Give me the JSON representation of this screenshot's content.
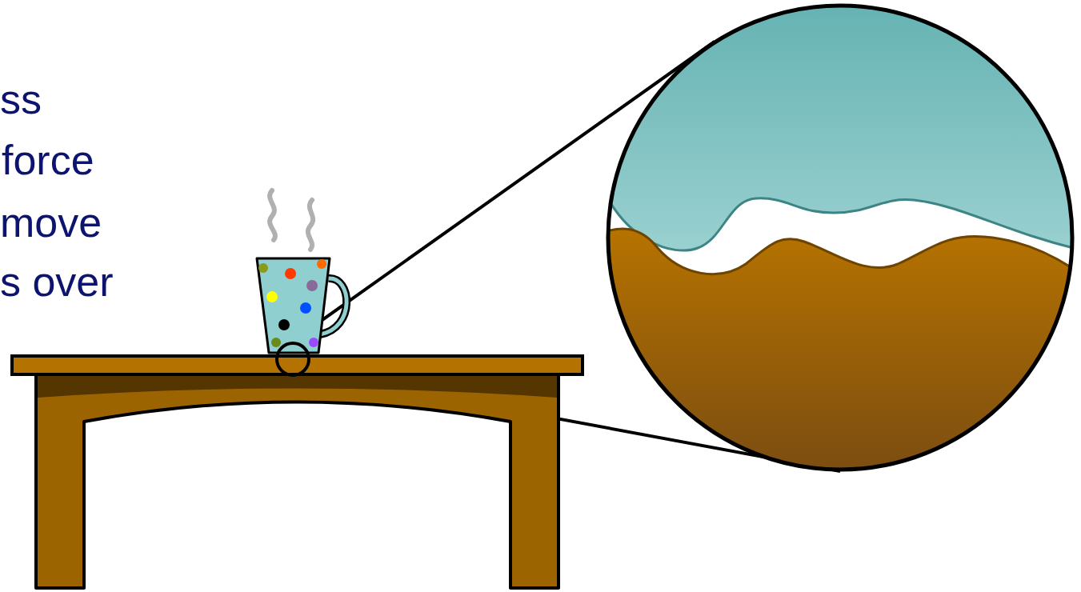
{
  "diagram": {
    "labels": [
      "ss",
      "force",
      "move",
      "s over"
    ]
  }
}
